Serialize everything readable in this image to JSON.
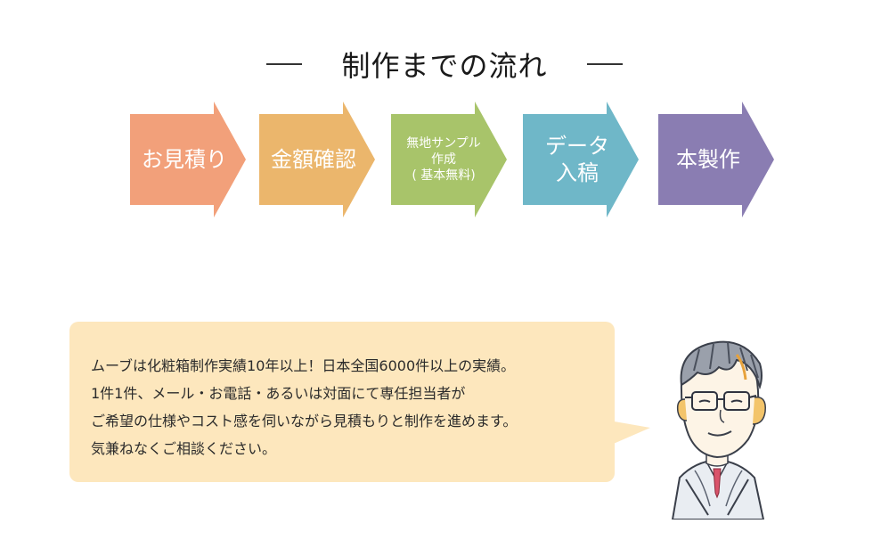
{
  "heading": {
    "title": "制作までの流れ"
  },
  "steps": [
    {
      "lines": [
        "お見積り"
      ],
      "size": "big",
      "color": "#f2a07a"
    },
    {
      "lines": [
        "金額確認"
      ],
      "size": "big",
      "color": "#ebb66c"
    },
    {
      "lines": [
        "無地サンプル",
        "作成",
        "( 基本無料)"
      ],
      "size": "small",
      "color": "#a8c46a"
    },
    {
      "lines": [
        "データ",
        "入稿"
      ],
      "size": "big",
      "color": "#6fb7c8"
    },
    {
      "lines": [
        "本製作"
      ],
      "size": "big",
      "color": "#8a7db2"
    }
  ],
  "message": {
    "lines": [
      "ムーブは化粧箱制作実績10年以上！日本全国6000件以上の実績。",
      "1件1件、メール・お電話・あるいは対面にて専任担当者が",
      "ご希望の仕様やコスト感を伺いながら見積もりと制作を進めます。",
      "気兼ねなくご相談ください。"
    ],
    "background": "#fde7bd"
  },
  "illustration": {
    "icon": "staff-character-illustration"
  }
}
